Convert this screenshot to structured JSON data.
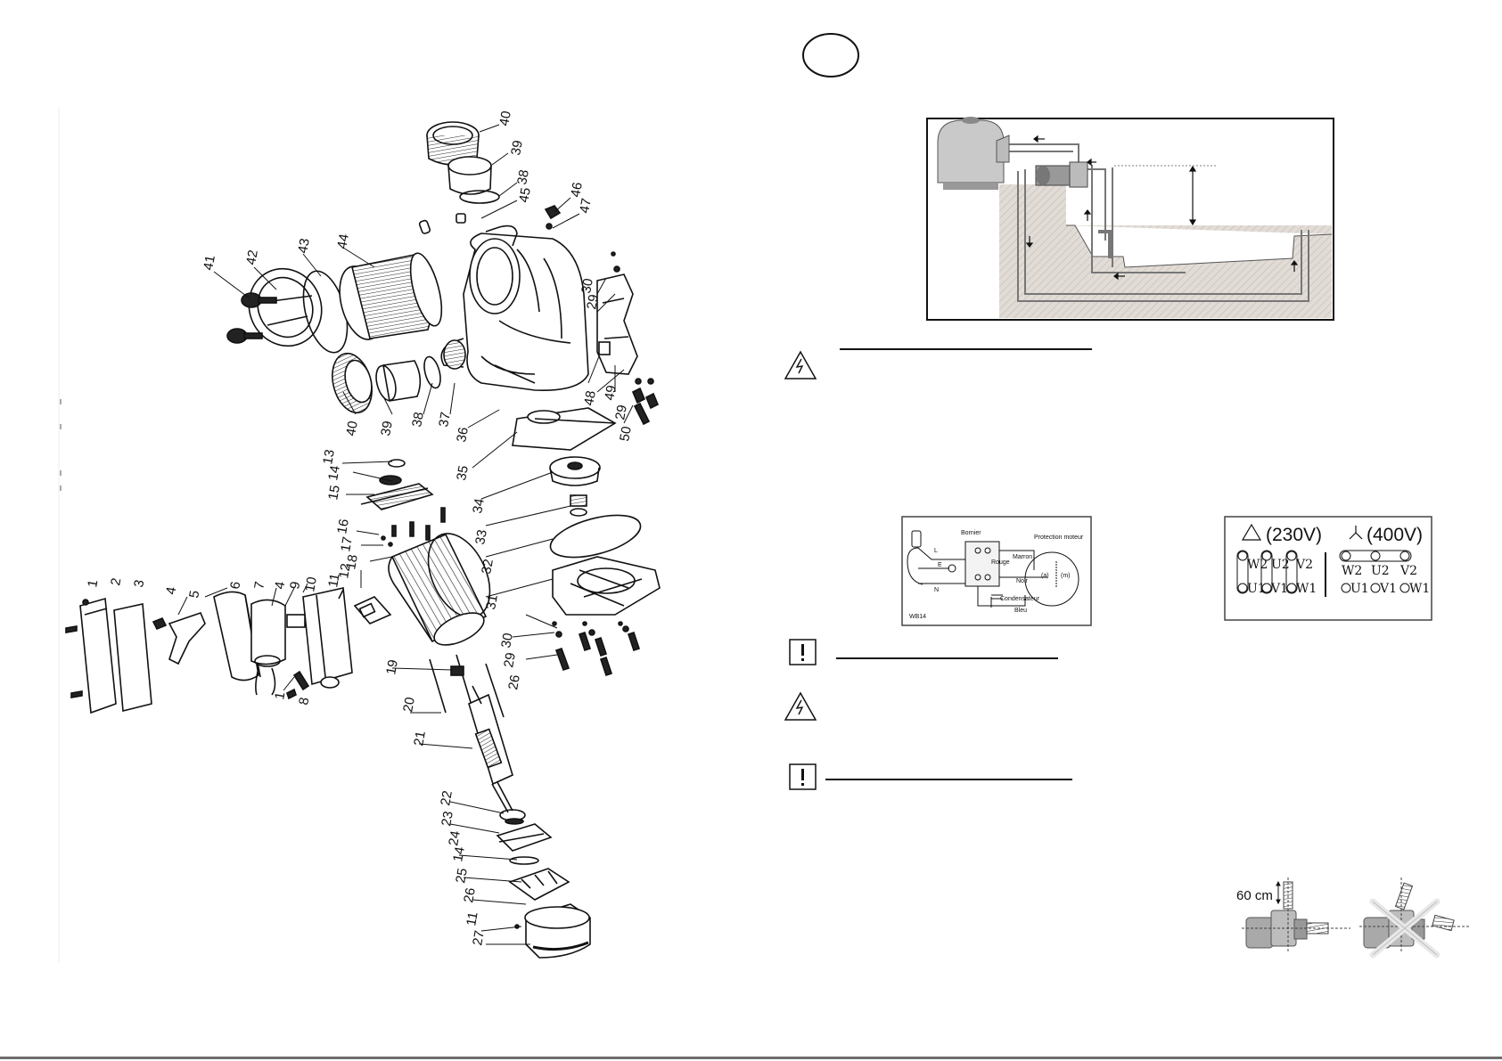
{
  "parts_callouts": [
    {
      "n": "1"
    },
    {
      "n": "2"
    },
    {
      "n": "3"
    },
    {
      "n": "4"
    },
    {
      "n": "5"
    },
    {
      "n": "6"
    },
    {
      "n": "7"
    },
    {
      "n": "4"
    },
    {
      "n": "9"
    },
    {
      "n": "10"
    },
    {
      "n": "11"
    },
    {
      "n": "12"
    },
    {
      "n": "18"
    },
    {
      "n": "17"
    },
    {
      "n": "16"
    },
    {
      "n": "15"
    },
    {
      "n": "14"
    },
    {
      "n": "13"
    },
    {
      "n": "8"
    },
    {
      "n": "1"
    },
    {
      "n": "19"
    },
    {
      "n": "20"
    },
    {
      "n": "21"
    },
    {
      "n": "22"
    },
    {
      "n": "23"
    },
    {
      "n": "24"
    },
    {
      "n": "14"
    },
    {
      "n": "25"
    },
    {
      "n": "26"
    },
    {
      "n": "27"
    },
    {
      "n": "11"
    },
    {
      "n": "26"
    },
    {
      "n": "29"
    },
    {
      "n": "30"
    },
    {
      "n": "31"
    },
    {
      "n": "32"
    },
    {
      "n": "33"
    },
    {
      "n": "34"
    },
    {
      "n": "35"
    },
    {
      "n": "36"
    },
    {
      "n": "37"
    },
    {
      "n": "38"
    },
    {
      "n": "39"
    },
    {
      "n": "40"
    },
    {
      "n": "41"
    },
    {
      "n": "42"
    },
    {
      "n": "43"
    },
    {
      "n": "44"
    },
    {
      "n": "40"
    },
    {
      "n": "39"
    },
    {
      "n": "38"
    },
    {
      "n": "45"
    },
    {
      "n": "46"
    },
    {
      "n": "47"
    },
    {
      "n": "30"
    },
    {
      "n": "29"
    },
    {
      "n": "48"
    },
    {
      "n": "49"
    },
    {
      "n": "29"
    },
    {
      "n": "50"
    }
  ],
  "wiring_diagram": {
    "borne": "Bornier",
    "protection": "Protection moteur",
    "marron": "Marron",
    "rouge": "Rouge",
    "noir": "Noir",
    "condensateur": "Condensateur",
    "bleu": "Bleu",
    "code": "WB14",
    "l": "L",
    "e": "E",
    "n": "N",
    "a": "(a)",
    "m": "(m)"
  },
  "terminal_diagram": {
    "delta_label": "(230V)",
    "star_label": "(400V)",
    "delta_top": [
      "W2",
      "U2",
      "V2"
    ],
    "delta_bottom": [
      "U1",
      "V1",
      "W1"
    ],
    "star_top": [
      "W2",
      "U2",
      "V2"
    ],
    "star_bottom": [
      "U1",
      "V1",
      "W1"
    ]
  },
  "height_diagram": {
    "label": "60 cm"
  },
  "icons": {
    "warning": "electric-hazard-icon",
    "attention": "exclamation-icon"
  }
}
